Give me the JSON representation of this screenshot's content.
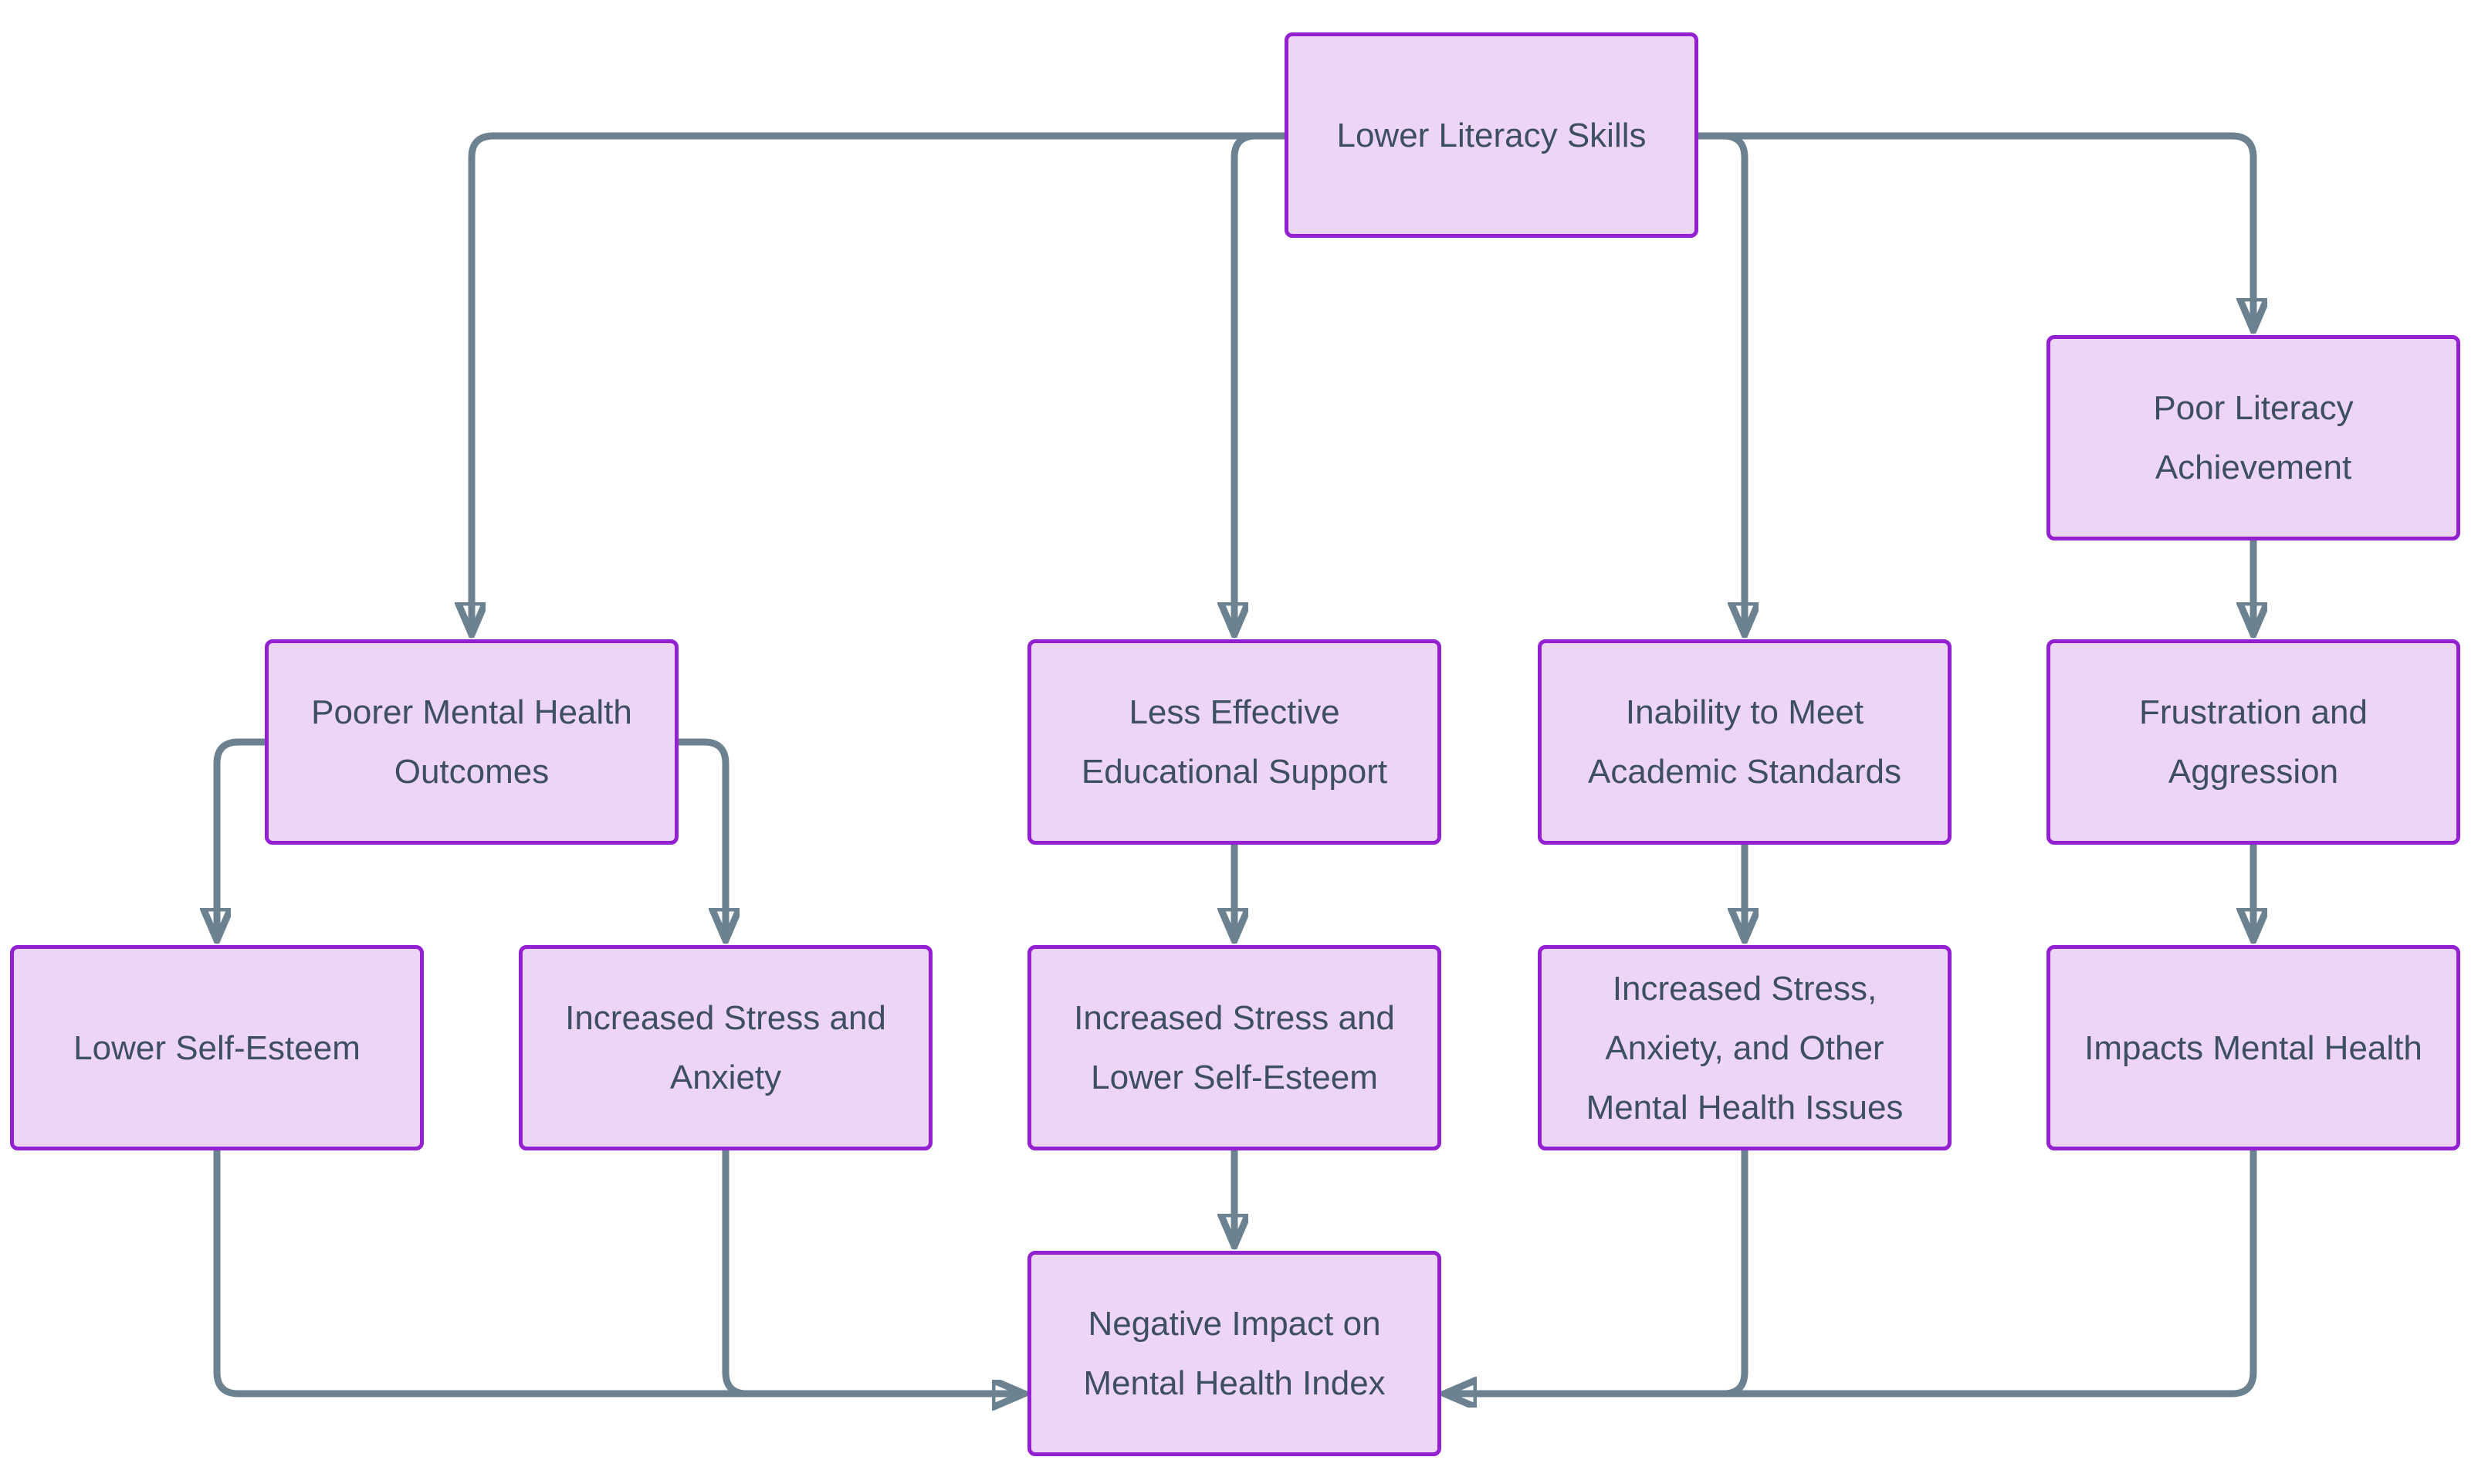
{
  "diagram": {
    "type": "flowchart",
    "background": "#FFFFFF",
    "colors": {
      "node_fill": "#EDD5F5",
      "node_border": "#9321D1",
      "node_text": "#3D4F60",
      "arrow": "#6C8290"
    },
    "nodes": [
      {
        "id": "lower-literacy-skills",
        "label": "Lower Literacy Skills"
      },
      {
        "id": "poor-literacy-achievement",
        "label": "Poor Literacy Achievement"
      },
      {
        "id": "poorer-mental-health-outcomes",
        "label": "Poorer Mental Health Outcomes"
      },
      {
        "id": "less-effective-educational-support",
        "label": "Less Effective Educational Support"
      },
      {
        "id": "inability-to-meet-academic-standards",
        "label": "Inability to Meet Academic Standards"
      },
      {
        "id": "frustration-and-aggression",
        "label": "Frustration and Aggression"
      },
      {
        "id": "lower-self-esteem",
        "label": "Lower Self-Esteem"
      },
      {
        "id": "increased-stress-and-anxiety",
        "label": "Increased Stress and Anxiety"
      },
      {
        "id": "increased-stress-and-lower-self-esteem",
        "label": "Increased Stress and Lower Self-Esteem"
      },
      {
        "id": "increased-stress-anxiety-and-other-mental-health-issues",
        "label": "Increased Stress, Anxiety, and Other Mental Health Issues"
      },
      {
        "id": "impacts-mental-health",
        "label": "Impacts Mental Health"
      },
      {
        "id": "negative-impact-on-mental-health-index",
        "label": "Negative Impact on Mental Health Index"
      }
    ],
    "edges": [
      {
        "from": "lower-literacy-skills",
        "to": "poorer-mental-health-outcomes"
      },
      {
        "from": "lower-literacy-skills",
        "to": "less-effective-educational-support"
      },
      {
        "from": "lower-literacy-skills",
        "to": "inability-to-meet-academic-standards"
      },
      {
        "from": "lower-literacy-skills",
        "to": "poor-literacy-achievement"
      },
      {
        "from": "poor-literacy-achievement",
        "to": "frustration-and-aggression"
      },
      {
        "from": "poorer-mental-health-outcomes",
        "to": "lower-self-esteem"
      },
      {
        "from": "poorer-mental-health-outcomes",
        "to": "increased-stress-and-anxiety"
      },
      {
        "from": "less-effective-educational-support",
        "to": "increased-stress-and-lower-self-esteem"
      },
      {
        "from": "inability-to-meet-academic-standards",
        "to": "increased-stress-anxiety-and-other-mental-health-issues"
      },
      {
        "from": "frustration-and-aggression",
        "to": "impacts-mental-health"
      },
      {
        "from": "lower-self-esteem",
        "to": "negative-impact-on-mental-health-index"
      },
      {
        "from": "increased-stress-and-anxiety",
        "to": "negative-impact-on-mental-health-index"
      },
      {
        "from": "increased-stress-and-lower-self-esteem",
        "to": "negative-impact-on-mental-health-index"
      },
      {
        "from": "increased-stress-anxiety-and-other-mental-health-issues",
        "to": "negative-impact-on-mental-health-index"
      },
      {
        "from": "impacts-mental-health",
        "to": "negative-impact-on-mental-health-index"
      }
    ]
  }
}
